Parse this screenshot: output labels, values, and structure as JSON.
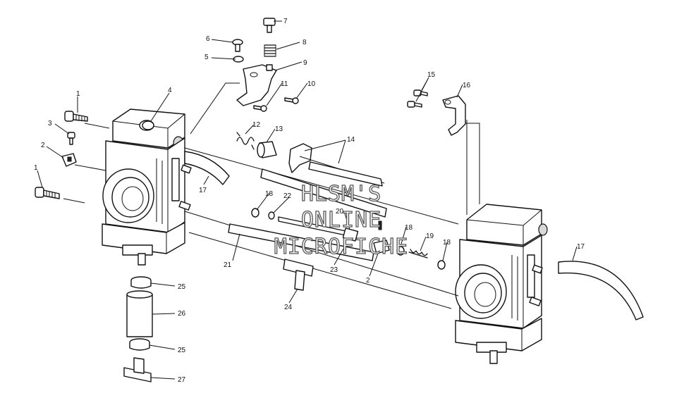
{
  "diagram": {
    "watermark": [
      "HLSM'S",
      "ONLINE",
      "MICROFICHE"
    ],
    "callouts": [
      {
        "id": "c1a",
        "text": "1"
      },
      {
        "id": "c1b",
        "text": "1"
      },
      {
        "id": "c2a",
        "text": "2"
      },
      {
        "id": "c2b",
        "text": "2"
      },
      {
        "id": "c3",
        "text": "3"
      },
      {
        "id": "c4",
        "text": "4"
      },
      {
        "id": "c5",
        "text": "5"
      },
      {
        "id": "c6",
        "text": "6"
      },
      {
        "id": "c7",
        "text": "7"
      },
      {
        "id": "c8",
        "text": "8"
      },
      {
        "id": "c9",
        "text": "9"
      },
      {
        "id": "c10",
        "text": "10"
      },
      {
        "id": "c11",
        "text": "11"
      },
      {
        "id": "c12",
        "text": "12"
      },
      {
        "id": "c13",
        "text": "13"
      },
      {
        "id": "c14",
        "text": "14"
      },
      {
        "id": "c15",
        "text": "15"
      },
      {
        "id": "c16",
        "text": "16"
      },
      {
        "id": "c17a",
        "text": "17"
      },
      {
        "id": "c17b",
        "text": "17"
      },
      {
        "id": "c18a",
        "text": "18"
      },
      {
        "id": "c18b",
        "text": "18"
      },
      {
        "id": "c18c",
        "text": "18"
      },
      {
        "id": "c19",
        "text": "19"
      },
      {
        "id": "c20",
        "text": "20"
      },
      {
        "id": "c21",
        "text": "21"
      },
      {
        "id": "c22",
        "text": "22"
      },
      {
        "id": "c23",
        "text": "23"
      },
      {
        "id": "c24",
        "text": "24"
      },
      {
        "id": "c25a",
        "text": "25"
      },
      {
        "id": "c25b",
        "text": "25"
      },
      {
        "id": "c26",
        "text": "26"
      },
      {
        "id": "c27",
        "text": "27"
      }
    ]
  }
}
